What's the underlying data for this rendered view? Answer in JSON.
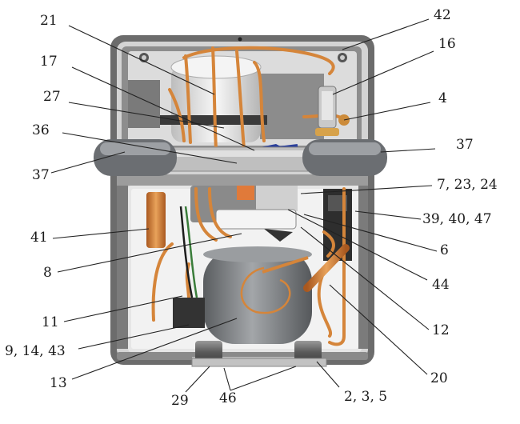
{
  "callouts": {
    "c21": "21",
    "c42": "42",
    "c17": "17",
    "c16": "16",
    "c27": "27",
    "c4": "4",
    "c36": "36",
    "c37_left": "37",
    "c37_right": "37",
    "c7_23_24": "7, 23, 24",
    "c39_40_47": "39, 40, 47",
    "c41": "41",
    "c6": "6",
    "c8": "8",
    "c44": "44",
    "c11": "11",
    "c12": "12",
    "c9_14_43": "9, 14, 43",
    "c20": "20",
    "c13": "13",
    "c29": "29",
    "c46": "46",
    "c2_3_5": "2, 3, 5"
  },
  "colors": {
    "frame": "#6e6e6e",
    "frame_inner": "#d9d9d9",
    "copper": "#d98a3a",
    "compressor": "#7f8285",
    "tank": "#ececec",
    "blue_part": "#2a3f9a"
  }
}
